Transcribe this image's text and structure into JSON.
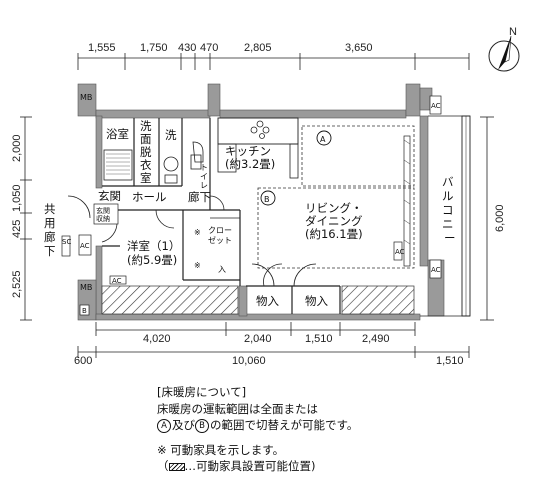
{
  "compass": {
    "label": "N"
  },
  "dims_top": [
    "1,555",
    "1,750",
    "430",
    "470",
    "2,805",
    "3,650"
  ],
  "dims_left": [
    "2,000",
    "1,050",
    "425",
    "2,525"
  ],
  "dims_right": [
    "6,000"
  ],
  "dims_bottom_row1": [
    "4,020",
    "2,040",
    "1,510",
    "2,490"
  ],
  "dims_bottom_row2": [
    "600",
    "10,060",
    "1,510"
  ],
  "rooms": {
    "bath": "浴室",
    "washroom": [
      "洗",
      "面",
      "脱",
      "衣",
      "室"
    ],
    "wash": "洗",
    "toilet": [
      "ト",
      "イ",
      "レ"
    ],
    "kitchen": [
      "キッチン",
      "(約3.2畳)"
    ],
    "entrance": "玄関",
    "shoe_storage": [
      "玄関",
      "収納"
    ],
    "hall": "ホール",
    "corridor": "廊下",
    "closet": [
      "クロー",
      "ゼット"
    ],
    "storage_small": "入",
    "storage": "物入",
    "western": [
      "洋室（1）",
      "(約5.9畳)"
    ],
    "living": [
      "リビング・",
      "ダイニング",
      "(約16.1畳)"
    ],
    "balcony": [
      "バ",
      "ル",
      "コ",
      "ニ",
      "ー"
    ],
    "common_corridor": [
      "共",
      "用",
      "廊",
      "下"
    ]
  },
  "markers": {
    "mb": "MB",
    "b": "B",
    "ac": "AC",
    "sc": "SC",
    "zone_a": "A",
    "zone_b": "B",
    "movable": "※"
  },
  "notes": {
    "heading": "[床暖房について]",
    "line1": "床暖房の運転範囲は全面または",
    "line2_a": "A",
    "line2_mid": "及び",
    "line2_b": "B",
    "line2_end": "の範囲で切替えが可能です。",
    "line3": "※ 可動家具を示します。",
    "line4_pre": "（",
    "line4_post": "…可動家具設置可能位置)"
  }
}
